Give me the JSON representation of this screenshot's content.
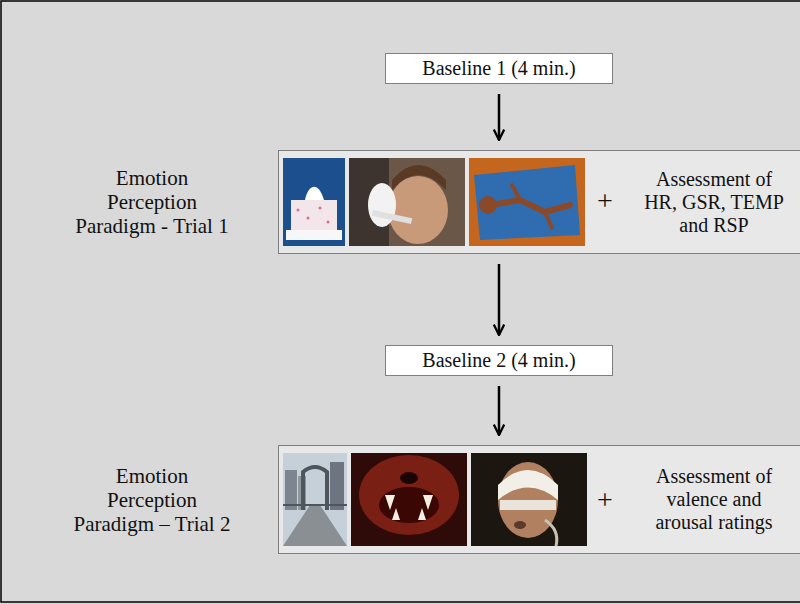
{
  "diagram": {
    "nodes": [
      {
        "text": [
          "Baseline 1 (4 min.)"
        ]
      },
      {
        "text": [
          "Emotion Perception Paradigm - Trial 1",
          "Assessment of HR, GSR, TEMP and RSP"
        ]
      },
      {
        "text": [
          "Baseline 2 (4 min.)"
        ]
      },
      {
        "text": [
          "Emotion Perception Paradigm – Trial 2",
          "Assessment of valence and arousal ratings"
        ]
      }
    ],
    "edges": [
      {
        "from": 0,
        "to": 1,
        "arrow": "to"
      },
      {
        "from": 1,
        "to": 2,
        "arrow": "to"
      },
      {
        "from": 2,
        "to": 3,
        "arrow": "to"
      }
    ],
    "labels": [
      "+",
      "+"
    ]
  }
}
